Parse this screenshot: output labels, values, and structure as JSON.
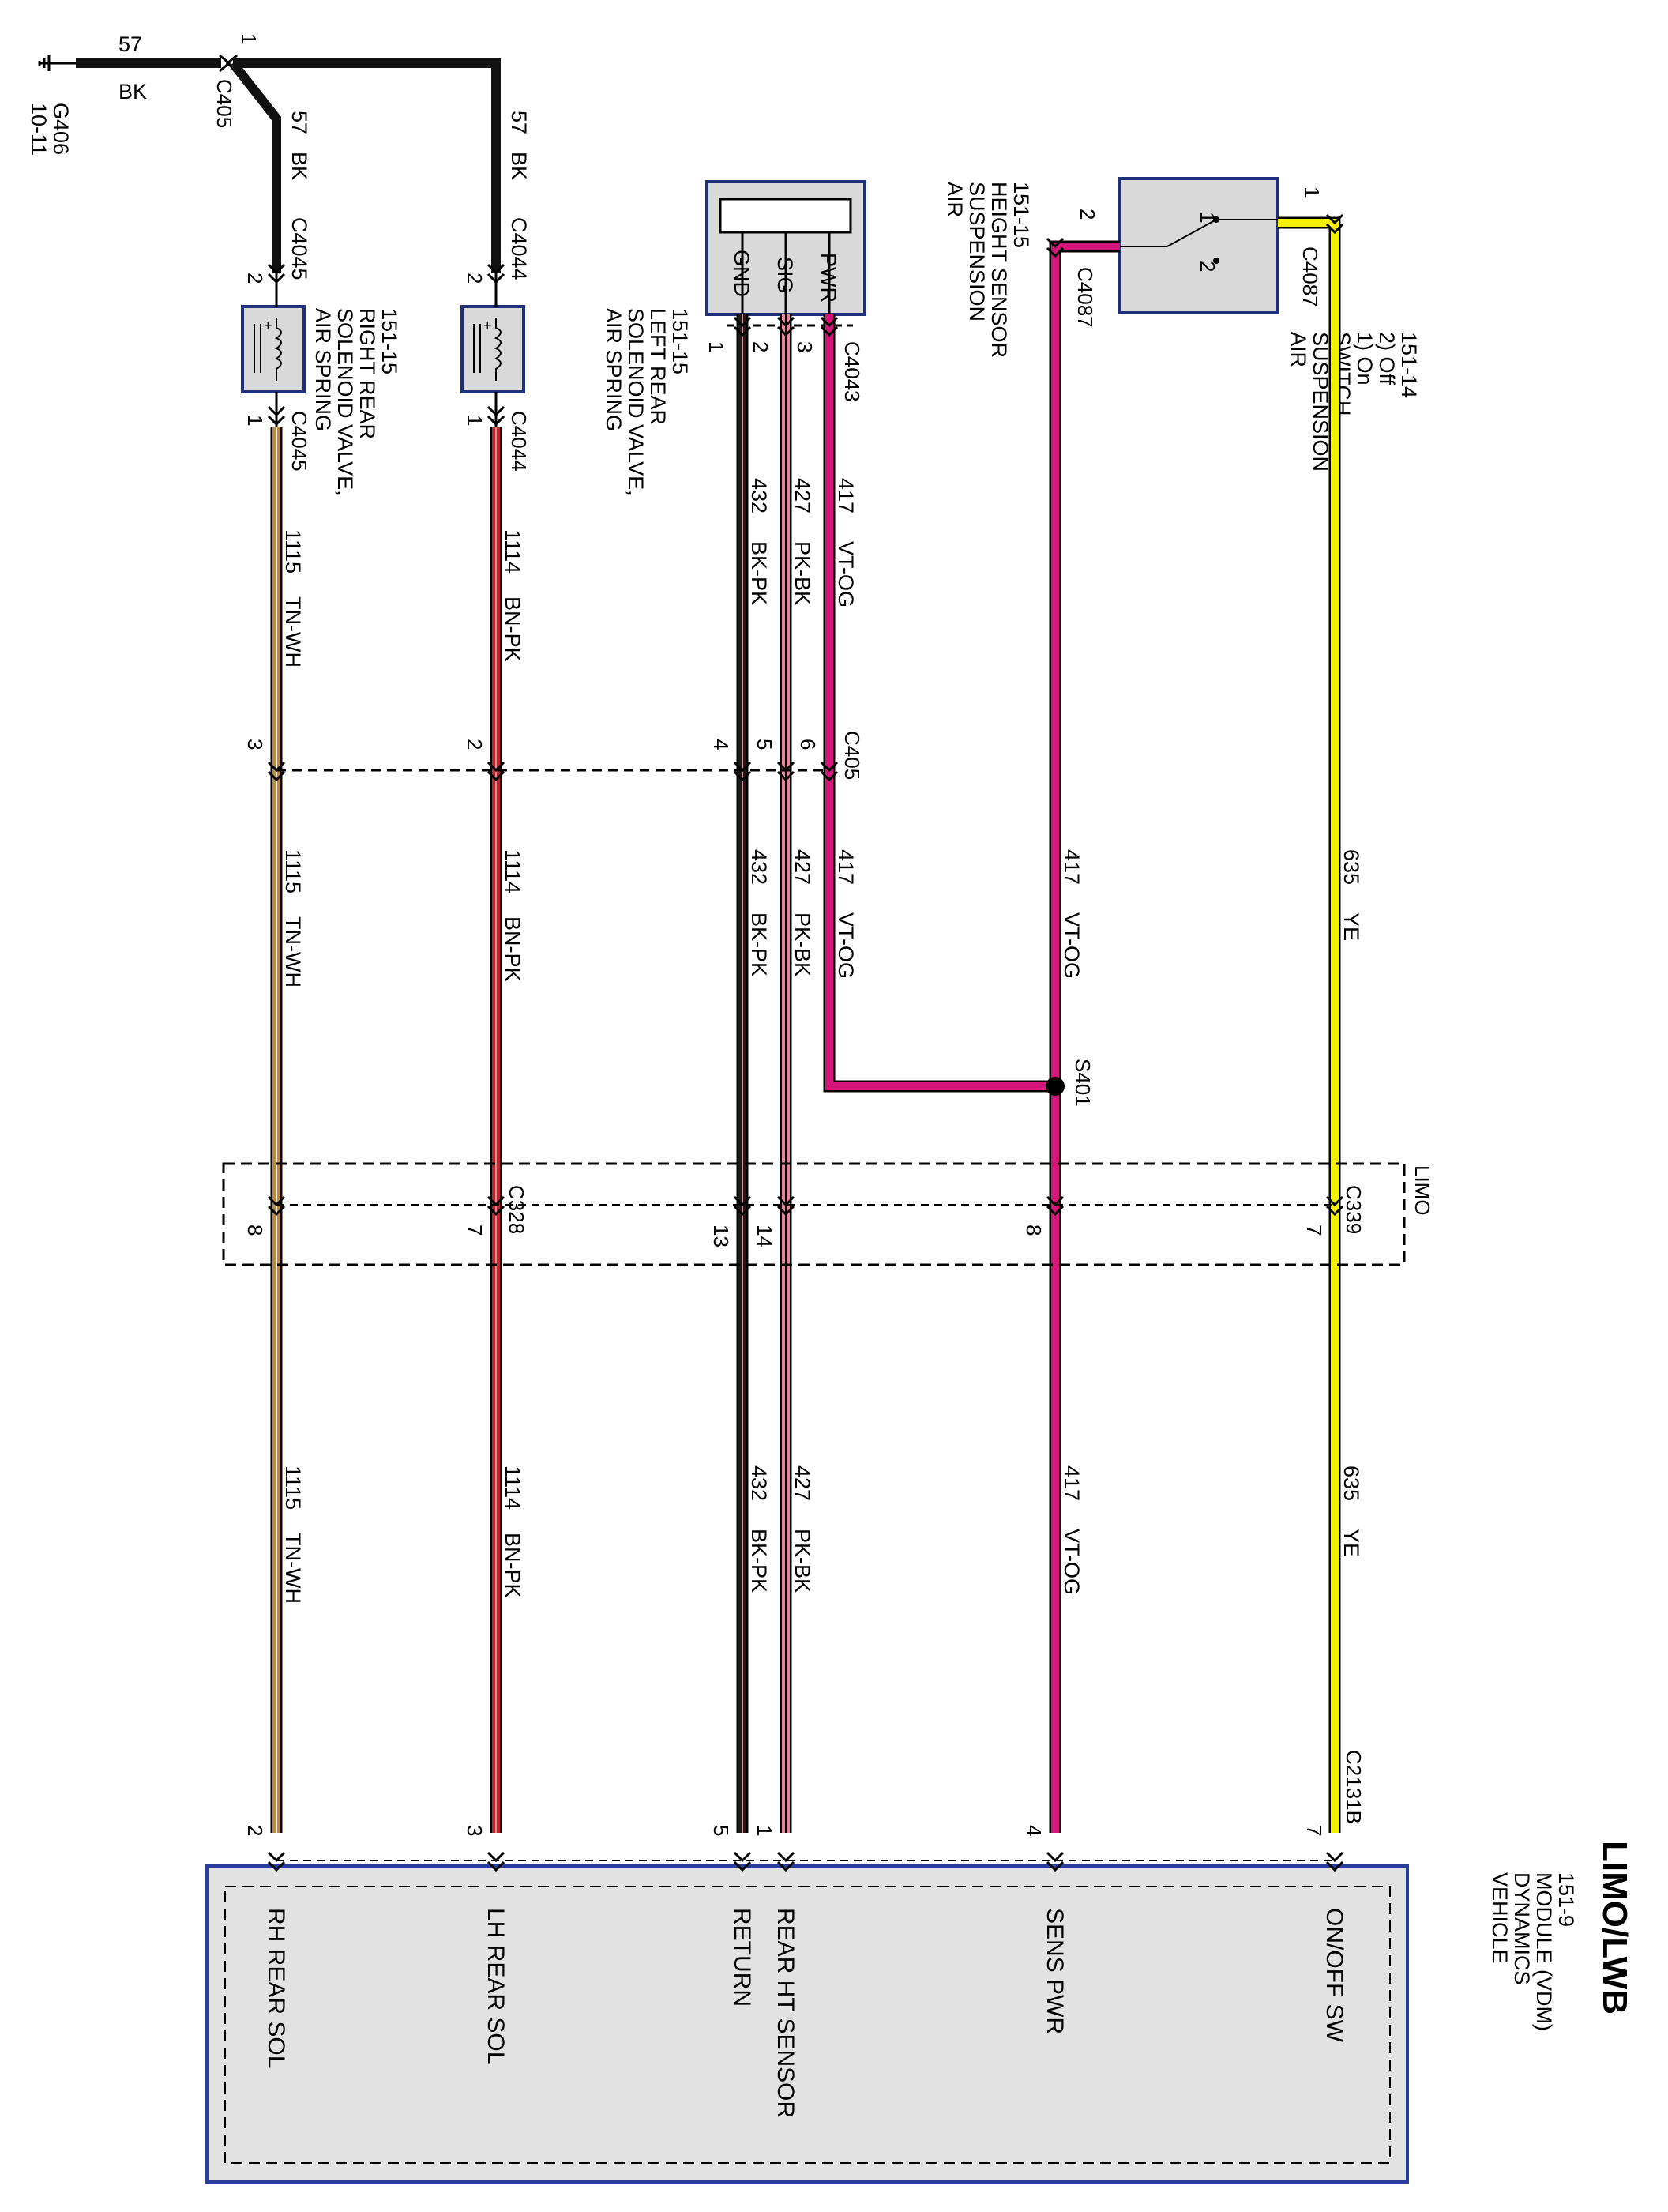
{
  "title": "LIMO/LWB",
  "colors": {
    "BK": "#111111",
    "BK-PK": "#1a1a1a",
    "PK-BK": "#e5899a",
    "VT-OG": "#d4157a",
    "YE": "#f4f000",
    "BN-PK": "#b8292e",
    "TN-WH": "#b98a3e",
    "module_fill": "#e2e2e2",
    "module_border": "#2a3c9c",
    "component_fill": "#d9d9d9",
    "component_border": "#1f2f7a"
  },
  "ground": {
    "name": "G406",
    "ref": "10-11",
    "icon": "ground-icon"
  },
  "ground_wire": {
    "circuit": "57",
    "color": "BK",
    "connector": "C405",
    "pin": "1"
  },
  "branch_lh": {
    "circuit": "57",
    "color": "BK",
    "connector": "C4044",
    "pin": "2"
  },
  "branch_rh": {
    "circuit": "57",
    "color": "BK",
    "connector": "C4045",
    "pin": "2"
  },
  "components": {
    "rh_valve": {
      "lines": [
        "AIR SPRING",
        "SOLENOID VALVE,",
        "RIGHT REAR",
        "151-15"
      ],
      "icon": "solenoid-icon"
    },
    "lh_valve": {
      "lines": [
        "AIR SPRING",
        "SOLENOID VALVE,",
        "LEFT REAR",
        "151-15"
      ],
      "icon": "solenoid-icon"
    },
    "height_sensor": {
      "lines": [
        "AIR",
        "SUSPENSION",
        "HEIGHT SENSOR",
        "151-15"
      ],
      "pins": [
        "GND",
        "SIG",
        "PWR"
      ]
    },
    "switch": {
      "lines": [
        "AIR",
        "SUSPENSION",
        "SWITCH",
        "1) On",
        "2) Off",
        "151-14"
      ],
      "pos1": "1",
      "pos2": "2",
      "icon": "switch-icon"
    },
    "module": {
      "lines": [
        "VEHICLE",
        "DYNAMICS",
        "MODULE (VDM)",
        "151-9"
      ]
    }
  },
  "connectors": {
    "c4045_out": {
      "name": "C4045",
      "pin": "1"
    },
    "c4044_out": {
      "name": "C4044",
      "pin": "1"
    },
    "c4043": {
      "name": "C4043",
      "pins": [
        "1",
        "2",
        "3"
      ]
    },
    "c4087_a": {
      "name": "C4087",
      "pin": "1"
    },
    "c4087_b": {
      "name": "C4087",
      "pin": "2"
    },
    "c405": {
      "name": "C405",
      "pins": [
        "3",
        "2",
        "4",
        "5",
        "6"
      ]
    },
    "s401": {
      "name": "S401"
    },
    "limo": {
      "label": "LIMO"
    },
    "c339": {
      "name": "C339",
      "pins": [
        "7",
        "8"
      ]
    },
    "c328": {
      "name": "C328",
      "pins": [
        "8",
        "7",
        "13",
        "14"
      ]
    },
    "c2131b": {
      "name": "C2131B"
    }
  },
  "wires": [
    {
      "circuit": "1115",
      "color": "TN-WH"
    },
    {
      "circuit": "1114",
      "color": "BN-PK"
    },
    {
      "circuit": "432",
      "color": "BK-PK"
    },
    {
      "circuit": "427",
      "color": "PK-BK"
    },
    {
      "circuit": "417",
      "color": "VT-OG"
    },
    {
      "circuit": "635",
      "color": "YE"
    }
  ],
  "module_pins": [
    {
      "pin": "2",
      "signal": "RH REAR SOL"
    },
    {
      "pin": "3",
      "signal": "LH REAR SOL"
    },
    {
      "pin": "5",
      "signal": "RETURN"
    },
    {
      "pin": "1",
      "signal": "REAR HT SENSOR"
    },
    {
      "pin": "4",
      "signal": "SENS PWR"
    },
    {
      "pin": "7",
      "signal": "ON/OFF SW"
    }
  ]
}
